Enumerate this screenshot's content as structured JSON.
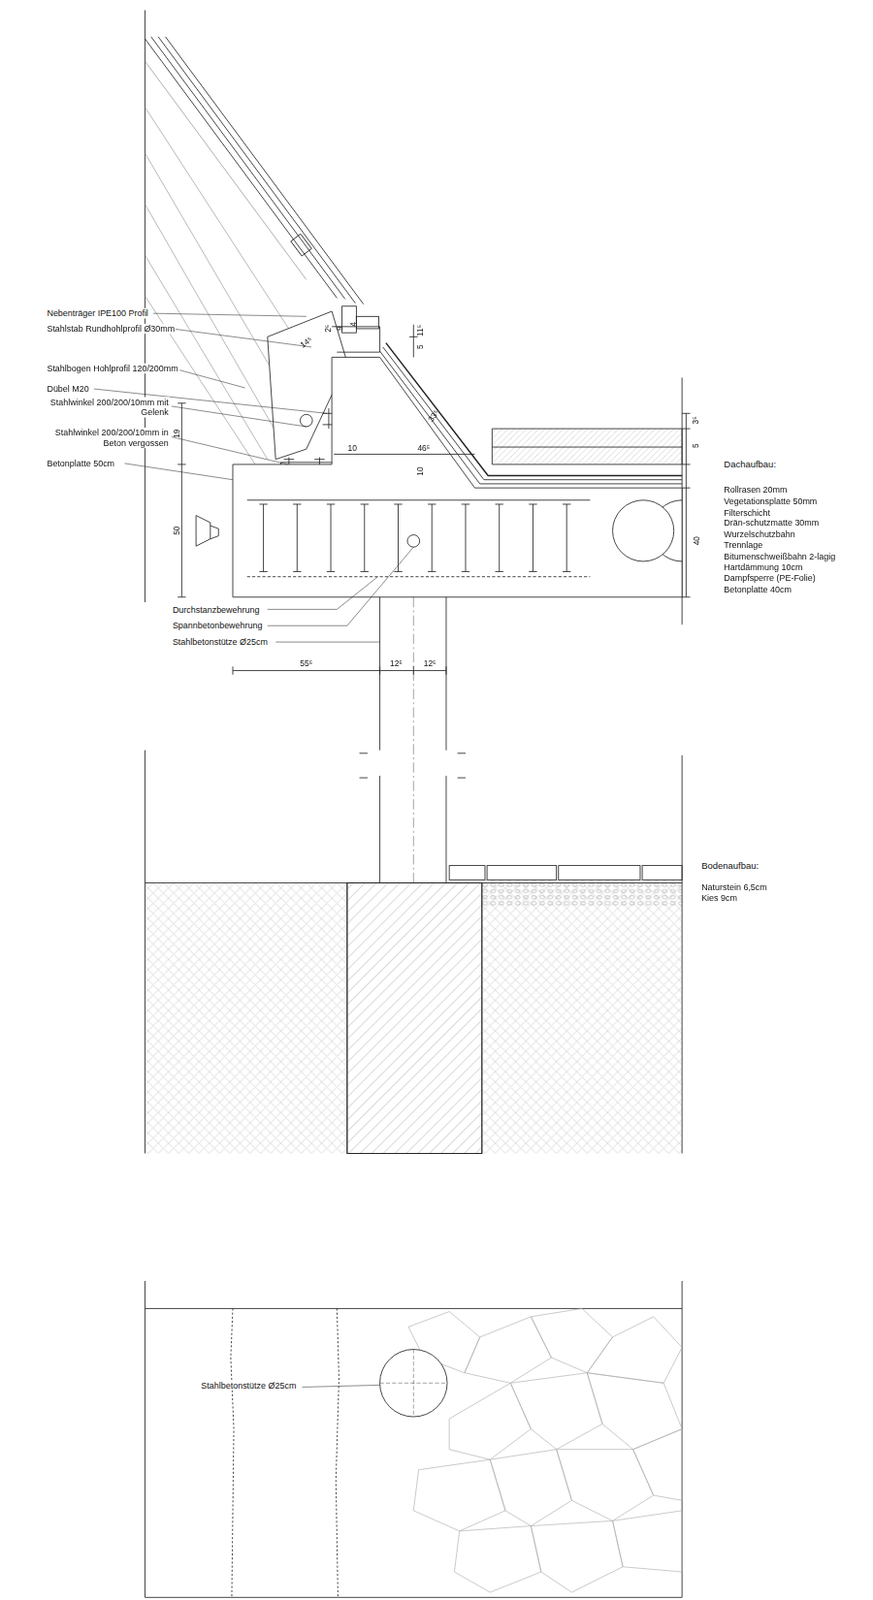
{
  "diagram": {
    "labels": [
      "Nebenträger IPE100 Profil",
      "Stahlstab Rundhohlprofil Ø30mm",
      "Stahlbogen Hohlprofil 120/200mm",
      "Dübel M20",
      "Stahlwinkel 200/200/10mm mit Gelenk",
      "Stahlwinkel 200/200/10mm in Beton vergossen",
      "Betonplatte 50cm",
      "Durchstanzbewehrung",
      "Spannbetonbewehrung",
      "Stahlbetonstütze Ø25cm",
      "Dachaufbau:",
      "Rollrasen 20mm",
      "Vegetationsplatte 50mm",
      "Filterschicht",
      "Drän-schutzmatte 30mm",
      "Wurzelschutzbahn",
      "Trennlage",
      "Bitumenschweißbahn 2-lagig",
      "Hartdämmung 10cm",
      "Dampfsperre (PE-Folie)",
      "Betonplatte 40cm",
      "Bodenaufbau:",
      "Naturstein 6,5cm",
      "Kies 9cm",
      "Stahlbetonstütze Ø25cm",
      "14⁵",
      "2⁵",
      "9",
      "4",
      "11⁵",
      "5",
      "19",
      "10",
      "46⁵",
      "10",
      "33⁵",
      "3⁵",
      "5",
      "50",
      "40",
      "55⁵",
      "12⁵",
      "12⁵"
    ]
  }
}
